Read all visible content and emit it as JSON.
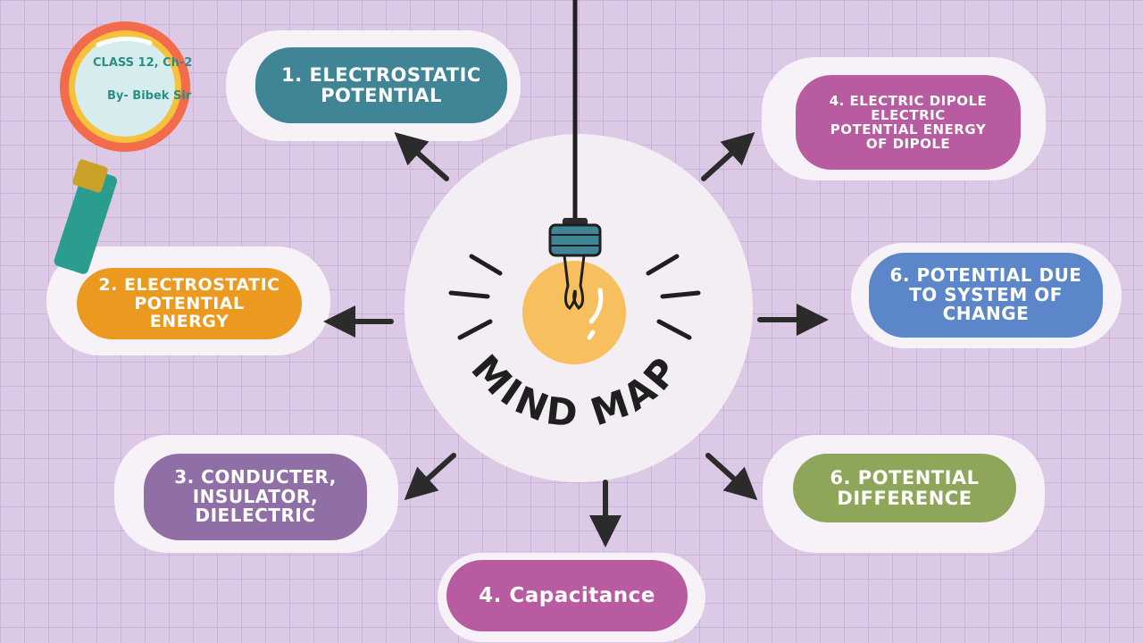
{
  "center": {
    "label": "MIND MAP"
  },
  "magnifier": {
    "line1": "CLASS 12, Ch-2",
    "line2": "By- Bibek Sir"
  },
  "topics": [
    {
      "id": "t1",
      "text": "1. ELECTROSTATIC\nPOTENTIAL",
      "color": "#3f8596"
    },
    {
      "id": "t2",
      "text": "2. ELECTROSTATIC\nPOTENTIAL\nENERGY",
      "color": "#ec9a1f"
    },
    {
      "id": "t3",
      "text": "3. CONDUCTER,\nINSULATOR,\nDIELECTRIC",
      "color": "#8f6fa6"
    },
    {
      "id": "t4a",
      "text": "4. Capacitance",
      "color": "#b85ba0"
    },
    {
      "id": "t4b",
      "text": "4. ELECTRIC DIPOLE\nELECTRIC\nPOTENTIAL ENERGY\nOF DIPOLE",
      "color": "#b85ba0"
    },
    {
      "id": "t6a",
      "text": "6. POTENTIAL DUE\nTO SYSTEM OF\nCHANGE",
      "color": "#5b86c9"
    },
    {
      "id": "t6b",
      "text": "6. POTENTIAL\nDIFFERENCE",
      "color": "#8ea65a"
    }
  ]
}
